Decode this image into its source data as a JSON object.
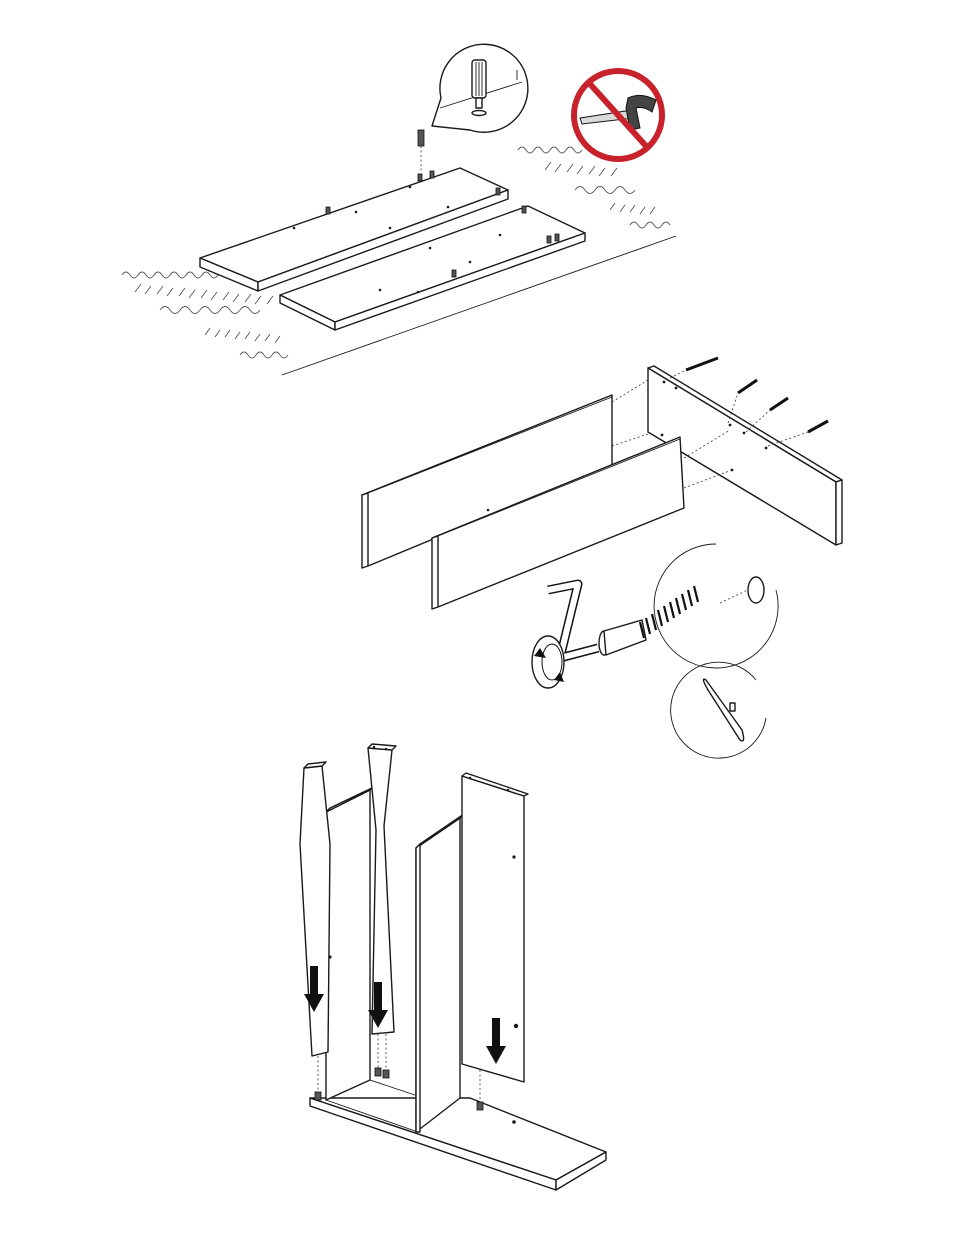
{
  "figure": {
    "steps": [
      {
        "name": "insert-dowels-into-panels"
      },
      {
        "name": "attach-shelves-to-side-panel"
      },
      {
        "name": "slide-dividers-onto-base"
      }
    ],
    "warning_icon": "no-hammer-icon",
    "tool_icon": "allen-key-icon",
    "hint_icons": [
      "dowel-detail-icon",
      "cam-bolt-detail-icon",
      "cam-lock-detail-icon",
      "rotate-arrow-icon",
      "down-arrow-icon"
    ],
    "colors": {
      "line": "#1a1a1a",
      "prohibition_red": "#c8232c",
      "panel_fill": "#ffffff",
      "arrow_fill": "#111111"
    }
  }
}
